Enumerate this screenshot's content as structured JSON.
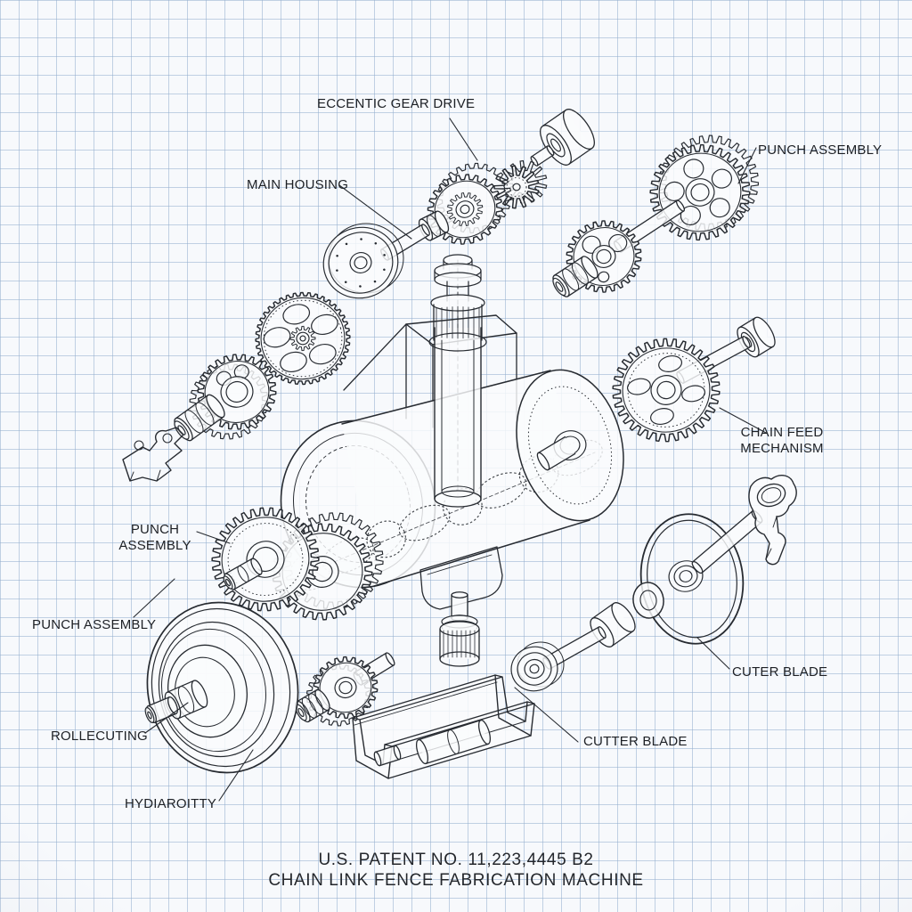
{
  "paper": {
    "grid_color": "#94aece",
    "paper_color": "#f7f9fc",
    "ink_color": "#272b31"
  },
  "title": {
    "line1": "U.S. PATENT NO. 11,223,4445 B2",
    "line2": "CHAIN LINK FENCE FABRICATION MACHINE"
  },
  "labels": {
    "eccentric_gear_drive": "ECCENTIC GEAR DRIVE",
    "main_housing": "MAIN HOUSING",
    "punch_assembly_top_right": "PUNCH ASSEMBLY",
    "chain_feed_mechanism_line1": "CHAIN FEED",
    "chain_feed_mechanism_line2": "MECHANISM",
    "punch_assembly_mid_left_line1": "PUNCH",
    "punch_assembly_mid_left_line2": "ASSEMBLY",
    "punch_assembly_lower_left": "PUNCH ASSEMBLY",
    "roller_cutting": "ROLLECUTING",
    "hydraulic": "HYDIAROITTY",
    "cutter_blade_right": "CUTER BLADE",
    "cutter_blade_center": "CUTTER BLADE"
  }
}
